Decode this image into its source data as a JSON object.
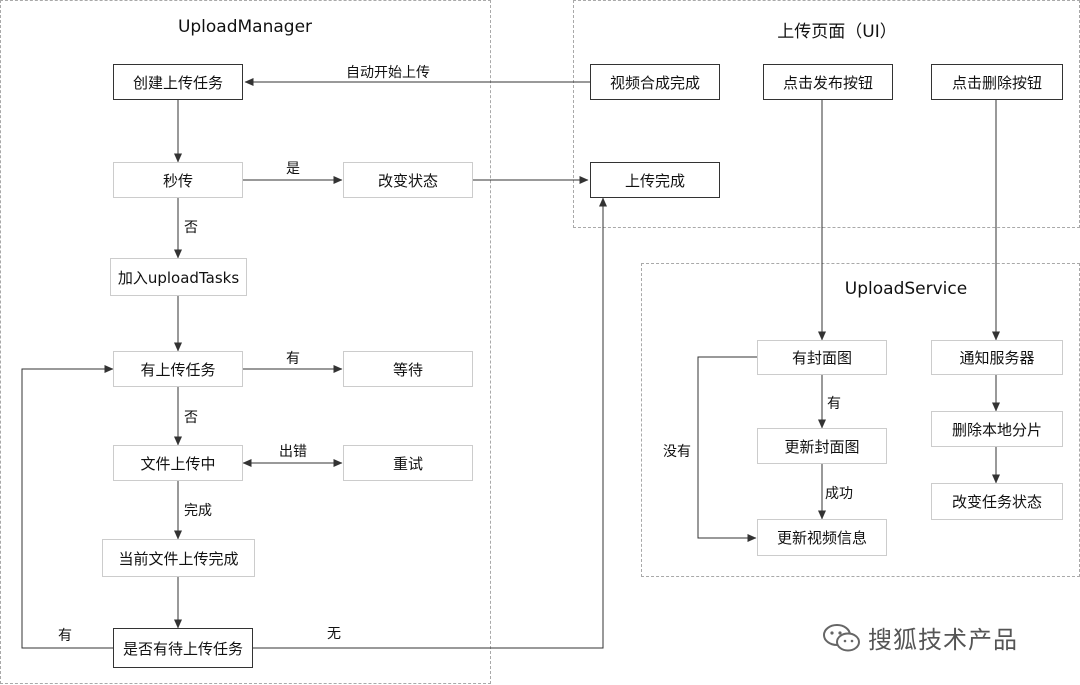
{
  "regions": {
    "upload_manager": "UploadManager",
    "upload_page": "上传页面（UI）",
    "upload_service": "UploadService"
  },
  "nodes": {
    "create_task": "创建上传任务",
    "instant_upload": "秒传",
    "change_state": "改变状态",
    "add_tasks": "加入uploadTasks",
    "has_task": "有上传任务",
    "wait": "等待",
    "file_uploading": "文件上传中",
    "retry": "重试",
    "file_done": "当前文件上传完成",
    "has_pending": "是否有待上传任务",
    "video_composed": "视频合成完成",
    "click_publish": "点击发布按钮",
    "click_delete": "点击删除按钮",
    "upload_done": "上传完成",
    "has_cover": "有封面图",
    "update_cover": "更新封面图",
    "update_video_info": "更新视频信息",
    "notify_server": "通知服务器",
    "delete_local_chunks": "删除本地分片",
    "change_task_state": "改变任务状态"
  },
  "edge_labels": {
    "auto_start": "自动开始上传",
    "yes": "是",
    "no_1": "否",
    "has_1": "有",
    "no_2": "否",
    "error": "出错",
    "done": "完成",
    "has_2": "有",
    "none": "无",
    "has_3": "有",
    "success": "成功",
    "no_cover": "没有"
  },
  "watermark": "搜狐技术产品",
  "colors": {
    "line": "#333333",
    "dash": "#a9a9a9"
  }
}
